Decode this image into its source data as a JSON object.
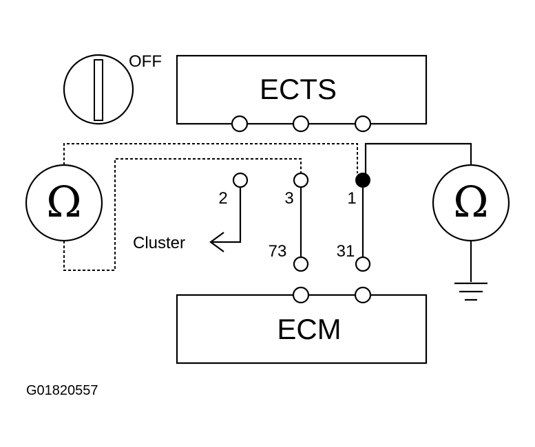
{
  "ignition_switch": {
    "position_label": "OFF"
  },
  "ects": {
    "label": "ECTS"
  },
  "ecm": {
    "label": "ECM"
  },
  "meters": {
    "symbol": "Ω"
  },
  "pins": {
    "p1": "1",
    "p2": "2",
    "p3": "3",
    "p31": "31",
    "p73": "73"
  },
  "cluster": {
    "label": "Cluster"
  },
  "figure": {
    "id": "G01820557"
  }
}
